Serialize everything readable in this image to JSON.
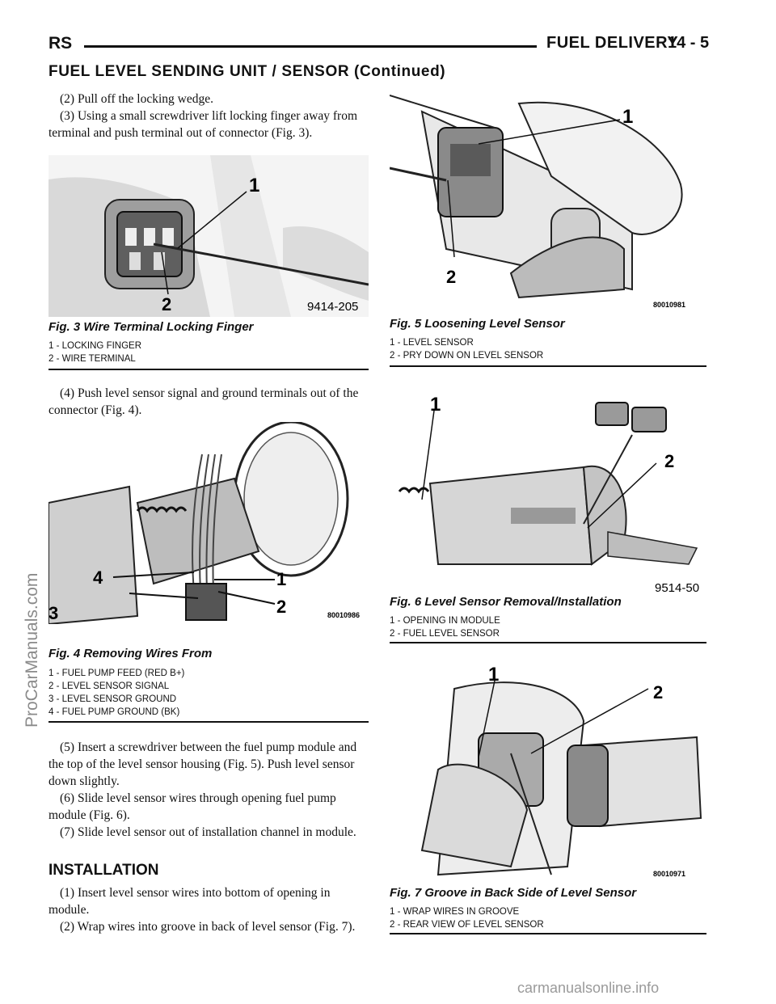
{
  "header": {
    "left": "RS",
    "right": "FUEL DELIVERY",
    "page": "14 - 5"
  },
  "section_title": "FUEL LEVEL SENDING UNIT / SENSOR (Continued)",
  "paragraphs": {
    "p2": "(2) Pull off the locking wedge.",
    "p3": "(3) Using a small screwdriver lift locking finger away from terminal and push terminal out of connector (Fig. 3).",
    "p4": "(4) Push level sensor signal and ground terminals out of the connector (Fig. 4).",
    "p5": "(5) Insert a screwdriver between the fuel pump module and the top of the level sensor housing (Fig. 5). Push level sensor down slightly.",
    "p6": "(6) Slide level sensor wires through opening fuel pump module (Fig. 6).",
    "p7": "(7) Slide level sensor out of installation channel in module."
  },
  "installation": {
    "heading": "INSTALLATION",
    "p1": "(1) Insert level sensor wires into bottom of opening in module.",
    "p2": "(2) Wrap wires into groove in back of level sensor (Fig. 7)."
  },
  "figures": {
    "fig3": {
      "title": "Fig. 3 Wire Terminal Locking Finger",
      "code": "9414-205",
      "callouts": [
        "1",
        "2"
      ],
      "legend": [
        "1 - LOCKING FINGER",
        "2 - WIRE TERMINAL"
      ]
    },
    "fig4": {
      "title": "Fig. 4 Removing Wires From",
      "code": "80010986",
      "callouts": [
        "1",
        "2",
        "3",
        "4"
      ],
      "legend": [
        "1 - FUEL PUMP FEED (RED B+)",
        "2 - LEVEL SENSOR SIGNAL",
        "3 - LEVEL SENSOR GROUND",
        "4 - FUEL PUMP GROUND (BK)"
      ]
    },
    "fig5": {
      "title": "Fig. 5 Loosening Level Sensor",
      "code": "80010981",
      "callouts": [
        "1",
        "2"
      ],
      "legend": [
        "1 - LEVEL SENSOR",
        "2 - PRY DOWN ON LEVEL SENSOR"
      ]
    },
    "fig6": {
      "title": "Fig. 6 Level Sensor Removal/Installation",
      "code": "9514-50",
      "callouts": [
        "1",
        "2"
      ],
      "legend": [
        "1 - OPENING IN MODULE",
        "2 - FUEL LEVEL SENSOR"
      ]
    },
    "fig7": {
      "title": "Fig. 7 Groove in Back Side of Level Sensor",
      "code": "80010971",
      "callouts": [
        "1",
        "2"
      ],
      "legend": [
        "1 - WRAP WIRES IN GROOVE",
        "2 - REAR VIEW OF LEVEL SENSOR"
      ]
    }
  },
  "watermark_side": "ProCarManuals.com",
  "watermark_footer": "carmanualsonline.info"
}
